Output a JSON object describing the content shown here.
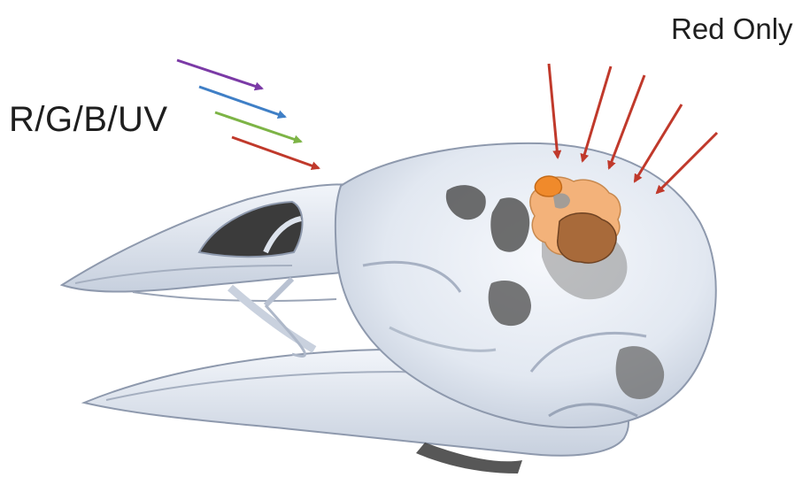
{
  "labels": {
    "broad_spectrum": "R/G/B/UV",
    "red_only": "Red Only"
  },
  "arrows": {
    "broad_spectrum_colors": [
      "purple",
      "blue",
      "green",
      "red"
    ],
    "red_only_count": 5
  },
  "colors": {
    "purple": "#7b3aa6",
    "blue": "#3f7fc6",
    "green": "#7db446",
    "red": "#c0392b",
    "skull_light": "#e9eef6",
    "skull_shadow": "#a9b3c4",
    "brain_light": "#f3b27a",
    "brain_dark": "#a86a3a",
    "brain_shadow": "#8c8c8c"
  }
}
